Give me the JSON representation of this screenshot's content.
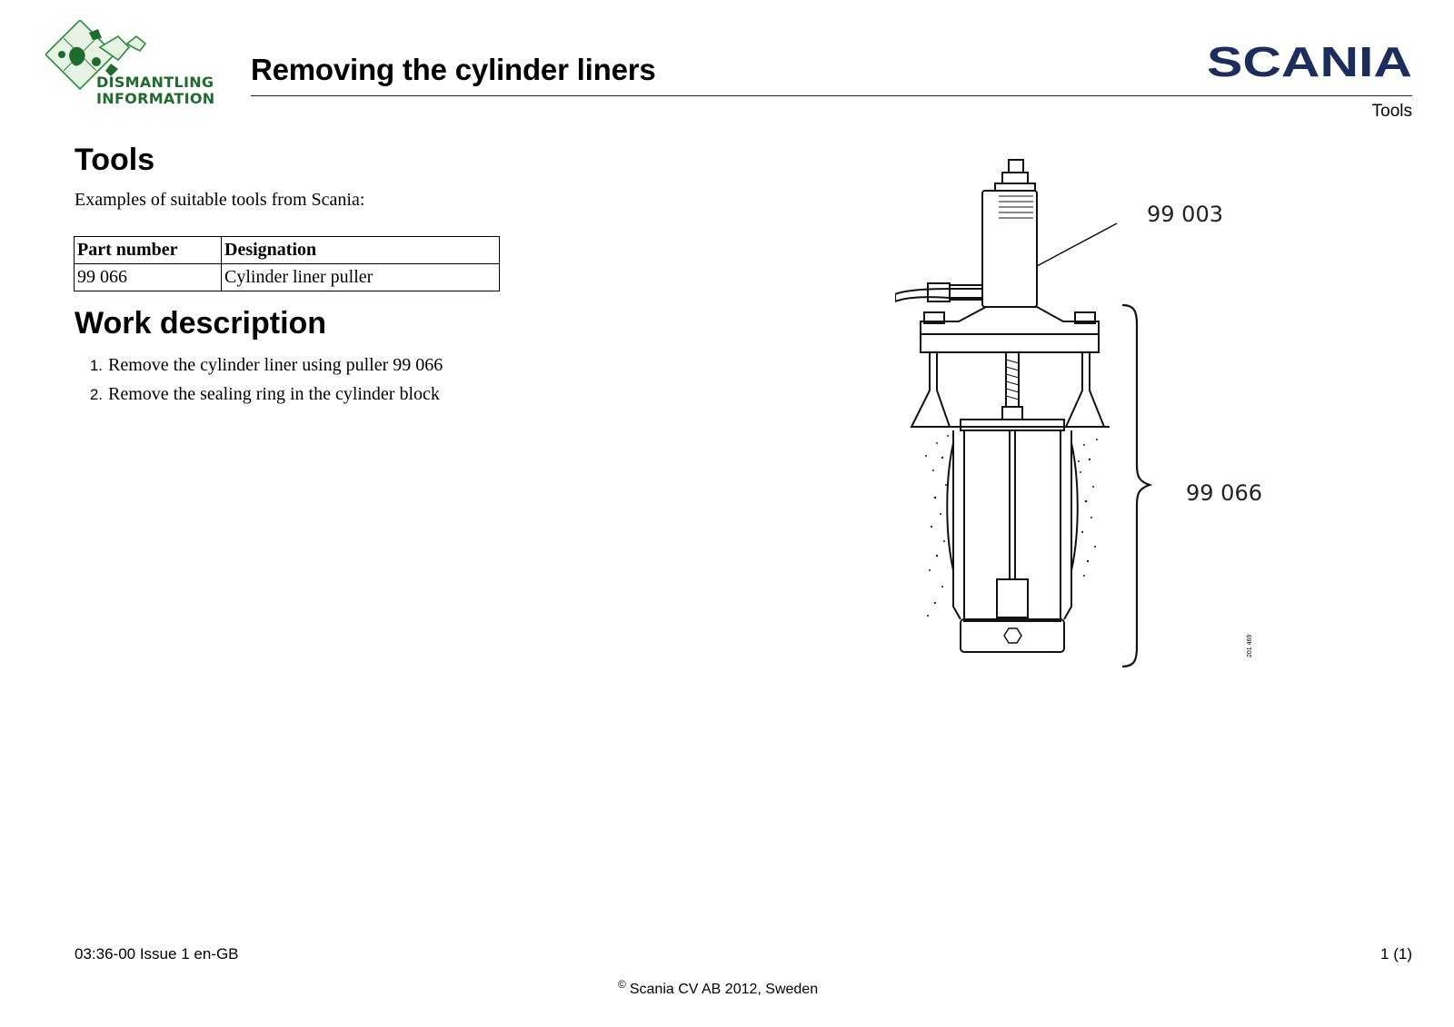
{
  "header": {
    "logo_text": [
      "DISMANTLING",
      "INFORMATION"
    ],
    "title": "Removing the cylinder liners",
    "brand": "SCANIA",
    "section_label": "Tools"
  },
  "tools": {
    "heading": "Tools",
    "intro": "Examples of suitable tools from Scania:",
    "table": {
      "headers": [
        "Part number",
        "Designation"
      ],
      "rows": [
        [
          "99 066",
          "Cylinder liner puller"
        ]
      ]
    }
  },
  "work": {
    "heading": "Work description",
    "steps": [
      {
        "num": "1.",
        "text": "Remove the cylinder liner using puller 99 066"
      },
      {
        "num": "2.",
        "text": "Remove the sealing ring in the cylinder block"
      }
    ]
  },
  "figure": {
    "callouts": [
      "99 003",
      "99 066"
    ],
    "figure_id": "201 469"
  },
  "footer": {
    "doc_ref": "03:36-00 Issue 1  en-GB",
    "page": "1 (1)",
    "copyright_symbol": "©",
    "copyright_text": "Scania CV AB 2012, Sweden"
  },
  "colors": {
    "logo_green": "#1f6b2e",
    "brand_navy": "#1d2d5b"
  }
}
